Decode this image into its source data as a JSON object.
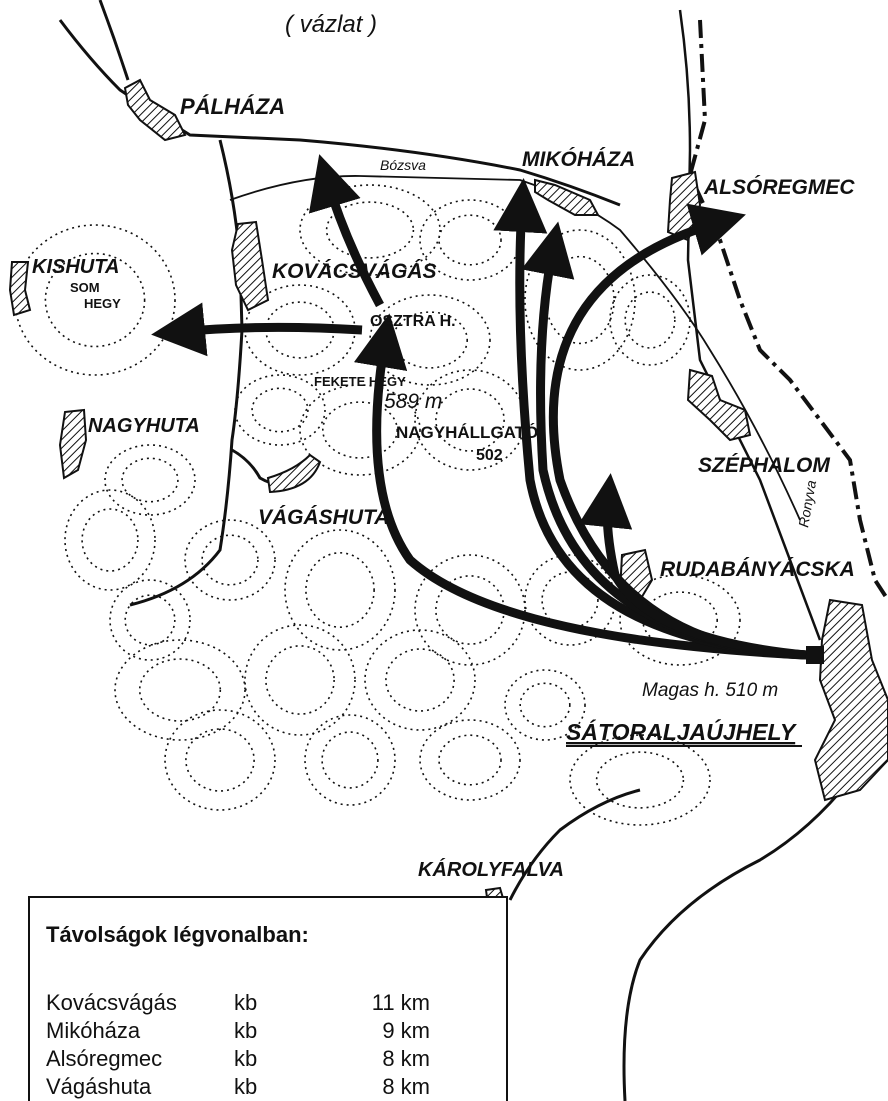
{
  "map": {
    "subtitle": "( vázlat )",
    "places": {
      "palhaza": "PÁLHÁZA",
      "mikohaza": "MIKÓHÁZA",
      "alsoregmec": "ALSÓREGMEC",
      "kishuta": "KISHUTA",
      "som_hegy_1": "SOM",
      "som_hegy_2": "HEGY",
      "kovacsvagas": "KOVÁCSVÁGÁS",
      "osztra": "OSZTRA H.",
      "feketehegy": "FEKETE HEGY",
      "feketehegy_alt": "589 m",
      "nagyhuta": "NAGYHUTA",
      "nagyhallgato": "NAGYHÁLLGATÓ",
      "nagyhallgato_alt": "502",
      "szephalom": "SZÉPHALOM",
      "vagashuta": "VÁGÁSHUTA",
      "rudabanyacska": "RUDABÁNYÁCSKA",
      "magas": "Magas h. 510 m",
      "satoraljaujhely": "SÁTORALJAÚJHELY",
      "karolyfalva": "KÁROLYFALVA"
    },
    "rivers": {
      "bozsva": "Bózsva",
      "ronyva": "Ronyva"
    }
  },
  "legend": {
    "title": "Távolságok légvonalban:",
    "rows": [
      {
        "place": "Kovácsvágás",
        "qualifier": "kb",
        "distance": "11 km"
      },
      {
        "place": "Mikóháza",
        "qualifier": "kb",
        "distance": "9 km"
      },
      {
        "place": "Alsóregmec",
        "qualifier": "kb",
        "distance": "8 km"
      },
      {
        "place": "Vágáshuta",
        "qualifier": "kb",
        "distance": "8 km"
      }
    ]
  }
}
